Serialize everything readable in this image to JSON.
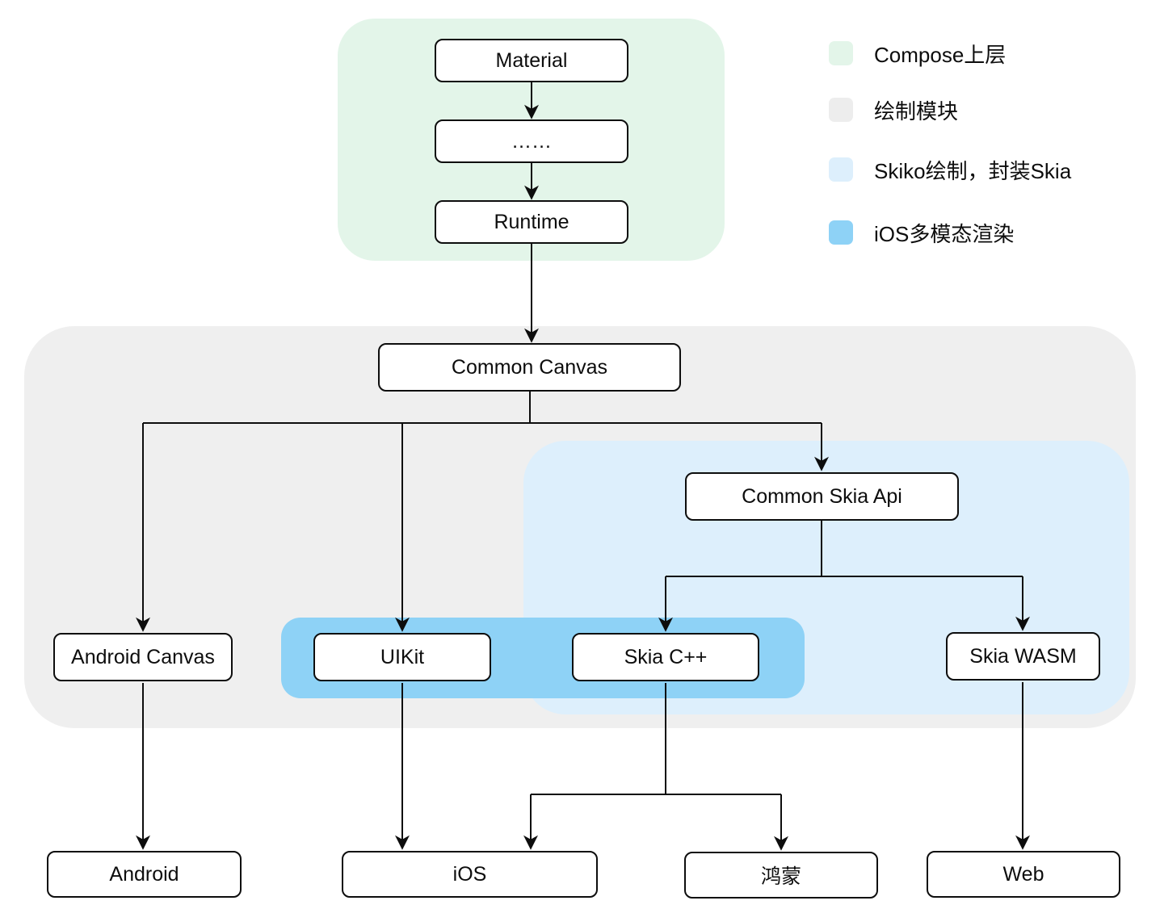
{
  "legend": {
    "items": [
      {
        "swatch_color": "#e3f5e9",
        "label": "Compose上层"
      },
      {
        "swatch_color": "#ededed",
        "label": "绘制模块"
      },
      {
        "swatch_color": "#ddeffc",
        "label": "Skiko绘制，封装Skia"
      },
      {
        "swatch_color": "#8ed2f6",
        "label": "iOS多模态渲染"
      }
    ]
  },
  "regions": {
    "compose_upper": {
      "color": "#e3f5e9"
    },
    "draw_module": {
      "color": "#efefef"
    },
    "skiko": {
      "color": "#ddeffc"
    },
    "ios_multi": {
      "color": "#8ed2f6"
    }
  },
  "nodes": {
    "material": {
      "label": "Material"
    },
    "ellipsis": {
      "label": "……"
    },
    "runtime": {
      "label": "Runtime"
    },
    "common_canvas": {
      "label": "Common Canvas"
    },
    "common_skia_api": {
      "label": "Common Skia Api"
    },
    "android_canvas": {
      "label": "Android Canvas"
    },
    "uikit": {
      "label": "UIKit"
    },
    "skia_cpp": {
      "label": "Skia C++"
    },
    "skia_wasm": {
      "label": "Skia WASM"
    },
    "android": {
      "label": "Android"
    },
    "ios": {
      "label": "iOS"
    },
    "harmony": {
      "label": "鸿蒙"
    },
    "web": {
      "label": "Web"
    }
  },
  "edges": [
    {
      "from": "material",
      "to": "ellipsis"
    },
    {
      "from": "ellipsis",
      "to": "runtime"
    },
    {
      "from": "runtime",
      "to": "common_canvas"
    },
    {
      "from": "common_canvas",
      "to": "android_canvas"
    },
    {
      "from": "common_canvas",
      "to": "uikit"
    },
    {
      "from": "common_canvas",
      "to": "common_skia_api"
    },
    {
      "from": "common_skia_api",
      "to": "skia_cpp"
    },
    {
      "from": "common_skia_api",
      "to": "skia_wasm"
    },
    {
      "from": "android_canvas",
      "to": "android"
    },
    {
      "from": "uikit",
      "to": "ios"
    },
    {
      "from": "skia_cpp",
      "to": "ios"
    },
    {
      "from": "skia_cpp",
      "to": "harmony"
    },
    {
      "from": "skia_wasm",
      "to": "web"
    }
  ],
  "line_color": "#0d0d0d"
}
